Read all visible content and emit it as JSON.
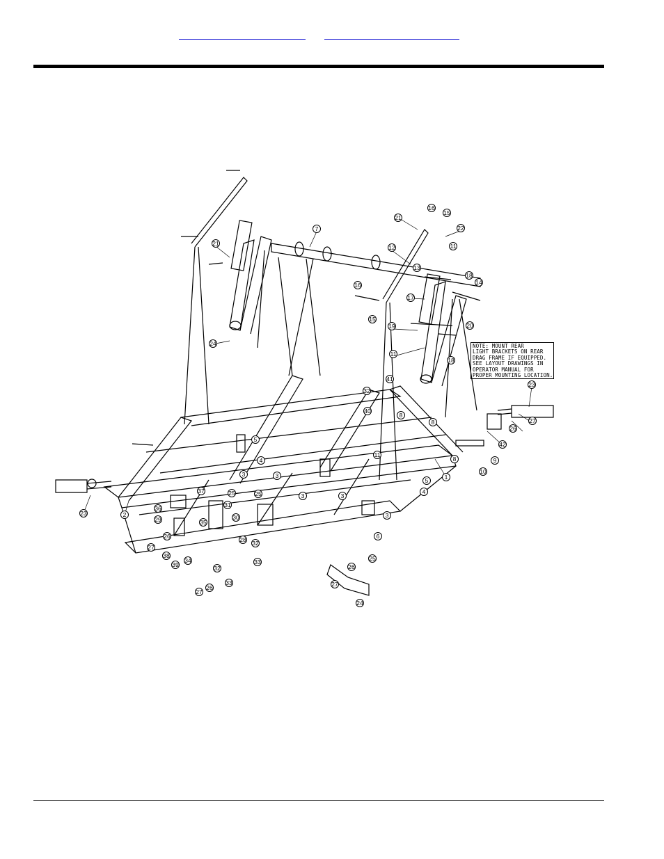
{
  "header": {
    "links": [
      "",
      ""
    ]
  },
  "note": {
    "lines": [
      "NOTE: MOUNT REAR",
      "LIGHT BRACKETS ON REAR",
      "DRAG FRAME IF EQUIPPED.",
      "SEE LAYOUT DRAWINGS IN",
      "OPERATOR MANUAL FOR",
      "PROPER MOUNTING LOCATION."
    ]
  },
  "callouts": [
    "1",
    "2",
    "3",
    "3",
    "3",
    "3",
    "3",
    "4",
    "4",
    "5",
    "5",
    "6",
    "7",
    "8",
    "8",
    "8",
    "9",
    "10",
    "11",
    "11",
    "11",
    "12",
    "13",
    "14",
    "15",
    "15",
    "16",
    "16",
    "17",
    "18",
    "18",
    "19",
    "20",
    "21",
    "21",
    "22",
    "23",
    "23",
    "24",
    "24",
    "25",
    "25",
    "25",
    "26",
    "26",
    "26",
    "26",
    "27",
    "27",
    "27",
    "27",
    "28",
    "29",
    "30",
    "31",
    "32",
    "32",
    "32",
    "33",
    "33",
    "34",
    "35",
    "36",
    "37",
    "38",
    "39",
    "40",
    "41",
    "42"
  ]
}
